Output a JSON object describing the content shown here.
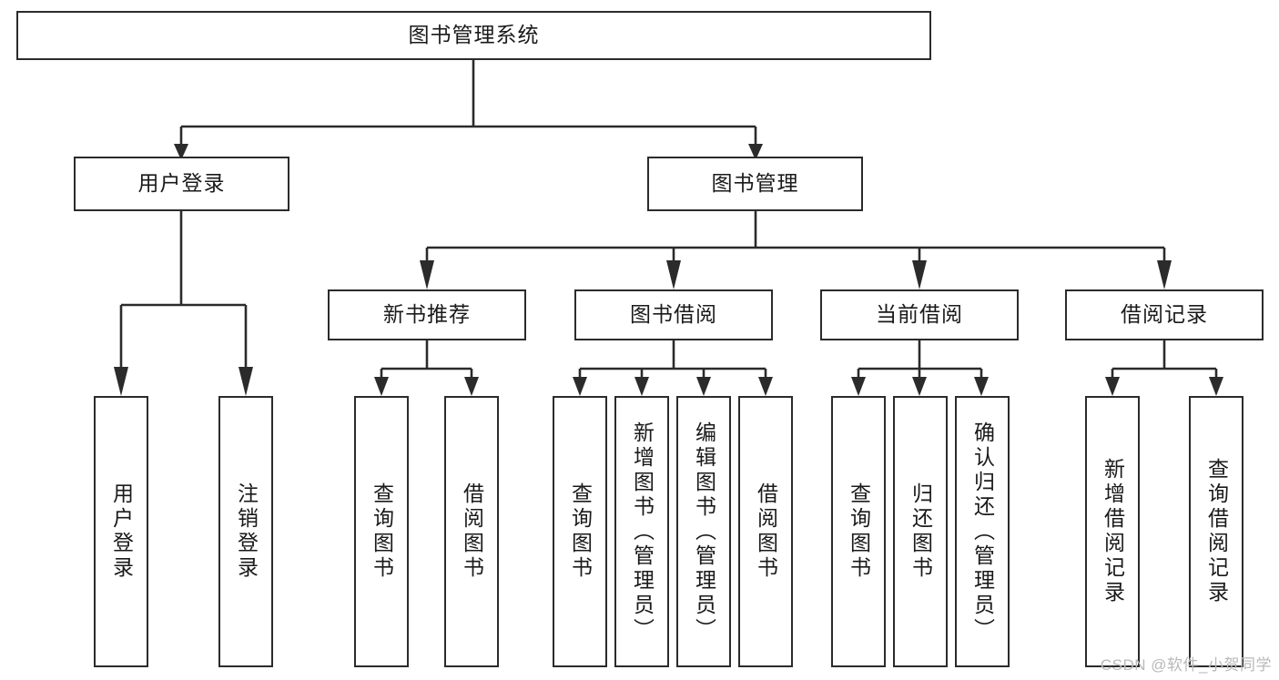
{
  "diagram": {
    "type": "tree-hierarchy",
    "title": "图书管理系统",
    "root": {
      "id": "root",
      "label": "图书管理系统",
      "level": 0,
      "orientation": "horizontal"
    },
    "level1": [
      {
        "id": "user-login",
        "label": "用户登录",
        "orientation": "horizontal"
      },
      {
        "id": "book-manage",
        "label": "图书管理",
        "orientation": "horizontal"
      }
    ],
    "level2": [
      {
        "id": "new-book-recommend",
        "label": "新书推荐",
        "parent": "book-manage",
        "orientation": "horizontal"
      },
      {
        "id": "book-borrow",
        "label": "图书借阅",
        "parent": "book-manage",
        "orientation": "horizontal"
      },
      {
        "id": "current-borrow",
        "label": "当前借阅",
        "parent": "book-manage",
        "orientation": "horizontal"
      },
      {
        "id": "borrow-record",
        "label": "借阅记录",
        "parent": "book-manage",
        "orientation": "horizontal"
      }
    ],
    "leaves": {
      "user-login": [
        {
          "id": "leaf-user-login",
          "label": "用户登录",
          "orientation": "vertical"
        },
        {
          "id": "leaf-logout",
          "label": "注销登录",
          "orientation": "vertical"
        }
      ],
      "new-book-recommend": [
        {
          "id": "leaf-query-book-1",
          "label": "查询图书",
          "orientation": "vertical"
        },
        {
          "id": "leaf-borrow-book-1",
          "label": "借阅图书",
          "orientation": "vertical"
        }
      ],
      "book-borrow": [
        {
          "id": "leaf-query-book-2",
          "label": "查询图书",
          "orientation": "vertical"
        },
        {
          "id": "leaf-add-book",
          "label": "新增图书（管理员）",
          "orientation": "vertical"
        },
        {
          "id": "leaf-edit-book",
          "label": "编辑图书（管理员）",
          "orientation": "vertical"
        },
        {
          "id": "leaf-borrow-book-2",
          "label": "借阅图书",
          "orientation": "vertical"
        }
      ],
      "current-borrow": [
        {
          "id": "leaf-query-book-3",
          "label": "查询图书",
          "orientation": "vertical"
        },
        {
          "id": "leaf-return-book",
          "label": "归还图书",
          "orientation": "vertical"
        },
        {
          "id": "leaf-confirm-return",
          "label": "确认归还（管理员）",
          "orientation": "vertical"
        }
      ],
      "borrow-record": [
        {
          "id": "leaf-add-record",
          "label": "新增借阅记录",
          "orientation": "vertical"
        },
        {
          "id": "leaf-query-record",
          "label": "查询借阅记录",
          "orientation": "vertical"
        }
      ]
    },
    "colors": {
      "stroke": "#2b2b2b",
      "fill": "#ffffff",
      "text": "#1a1a1a",
      "watermark": "#b9b9b9"
    }
  },
  "watermark": {
    "text": "CSDN @软件_小贺同学"
  }
}
